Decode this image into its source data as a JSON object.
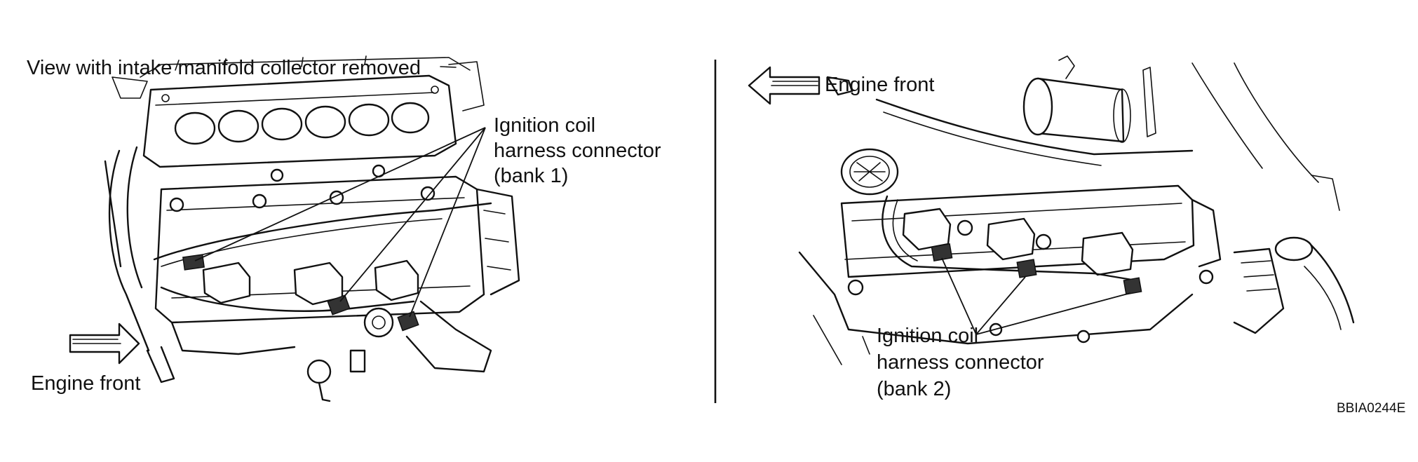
{
  "figure_code": "BBIA0244E",
  "left_view": {
    "caption": "View with intake manifold collector removed",
    "callout": [
      "Ignition coil",
      "harness connector",
      "(bank 1)"
    ],
    "direction": "Engine front"
  },
  "right_view": {
    "direction": "Engine front",
    "callout": [
      "Ignition coil",
      "harness connector",
      "(bank 2)"
    ]
  }
}
